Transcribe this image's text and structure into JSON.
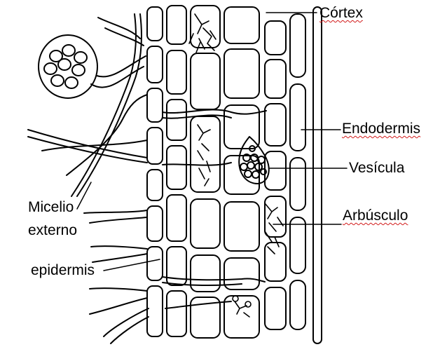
{
  "labels": {
    "cortex": "Córtex",
    "endodermis": "Endodermis",
    "vesicula": "Vesícula",
    "arbusculo": "Arbúsculo",
    "micelio_line1": "Micelio",
    "micelio_line2": "externo",
    "epidermis": "epidermis"
  },
  "colors": {
    "ink": "#000000",
    "background": "#ffffff",
    "spellcheck_underline": "#d21a1a"
  }
}
